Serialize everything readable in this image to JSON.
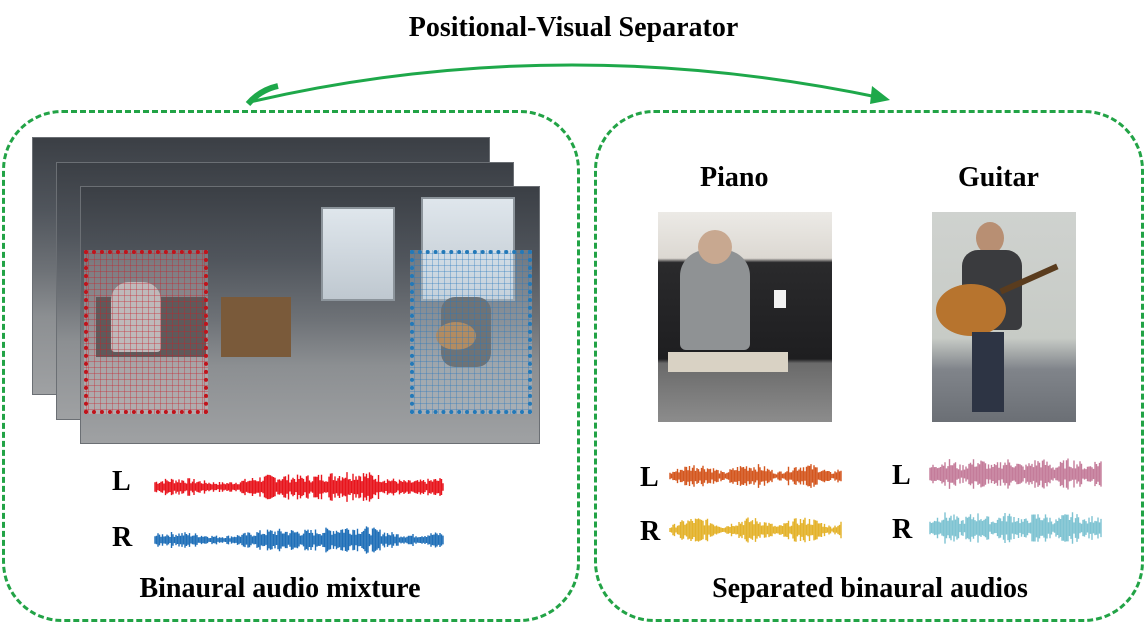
{
  "title": "Positional-Visual Separator",
  "left_panel": {
    "caption": "Binaural audio mixture",
    "channels": {
      "left": "L",
      "right": "R"
    },
    "colors": {
      "left_wave": "#e8141c",
      "right_wave": "#1f6fb8",
      "box_red": "#c0131b",
      "box_blue": "#2379b8"
    }
  },
  "right_panel": {
    "caption": "Separated binaural audios",
    "sources": [
      {
        "name": "Piano",
        "left_label": "L",
        "right_label": "R",
        "left_color": "#d4561e",
        "right_color": "#e4b22a"
      },
      {
        "name": "Guitar",
        "left_label": "L",
        "right_label": "R",
        "left_color": "#c47c9a",
        "right_color": "#7ec3d2"
      }
    ]
  },
  "colors": {
    "dashed_border": "#22a346",
    "arrow": "#1ea84a"
  }
}
